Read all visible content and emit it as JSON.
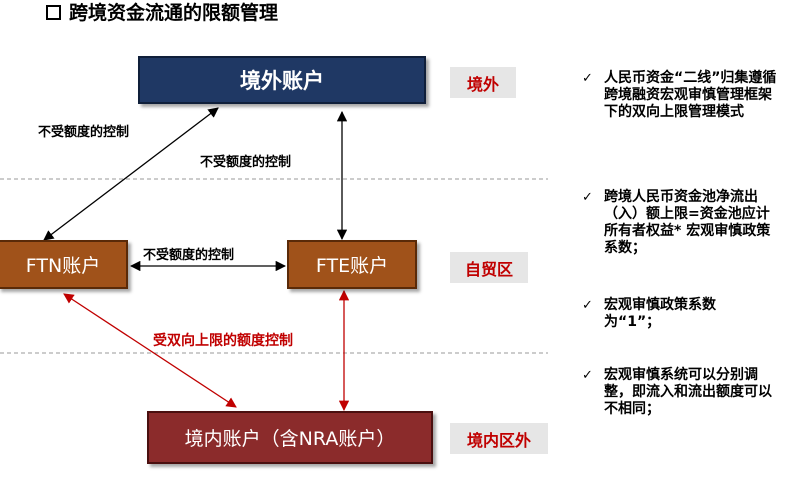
{
  "title": "跨境资金流通的限额管理",
  "boxes": {
    "overseas": "境外账户",
    "ftn": "FTN账户",
    "fte": "FTE账户",
    "domestic": "境内账户（含NRA账户）"
  },
  "zones": {
    "overseas": "境外",
    "ftz": "自贸区",
    "domestic": "境内区外"
  },
  "edge_labels": {
    "ftn_overseas": "不受额度的控制",
    "fte_overseas": "不受额度的控制",
    "ftn_fte": "不受额度的控制",
    "bidirectional": "受双向上限的额度控制"
  },
  "notes": [
    {
      "check": "✓",
      "text": "人民币资金“二线”归集遵循跨境融资宏观审慎管理框架下的双向上限管理模式"
    },
    {
      "check": "✓",
      "text": "跨境人民币资金池净流出（入）额上限=资金池应计所有者权益* 宏观审慎政策系数；"
    },
    {
      "check": "✓",
      "text": "宏观审慎政策系数为“1”；"
    },
    {
      "check": "✓",
      "text": "宏观审慎系统可以分别调整，即流入和流出额度可以不相同；"
    }
  ],
  "colors": {
    "overseas_box": "#1f3864",
    "ftz_box": "#a0521a",
    "domestic_box": "#8b2b2b",
    "zone_text": "#c00000",
    "red_arrow": "#c00000"
  }
}
